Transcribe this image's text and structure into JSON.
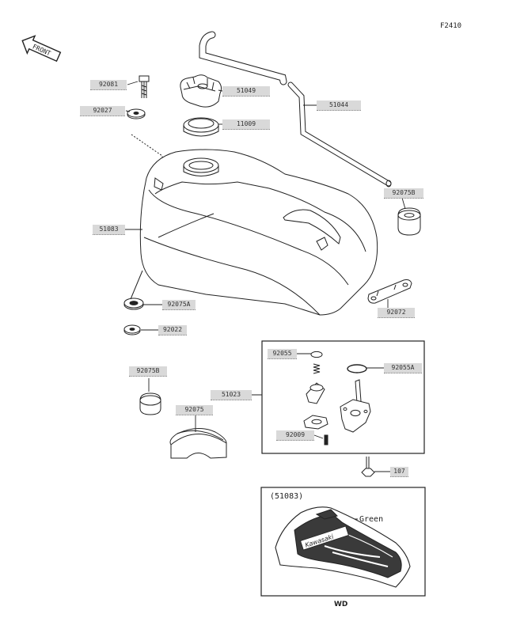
{
  "figure_code": "F2410",
  "direction": "FRONT",
  "parts": {
    "p92081": "92081",
    "p92027": "92027",
    "p51049": "51049",
    "p11009": "11009",
    "p51044": "51044",
    "p92075b_top": "92075B",
    "p51083": "51083",
    "p92075a": "92075A",
    "p92072": "92072",
    "p92022": "92022",
    "p92055": "92055",
    "p92055a": "92055A",
    "p92075b_low": "92075B",
    "p51023": "51023",
    "p92075": "92075",
    "p92009": "92009",
    "p107": "107"
  },
  "inset": {
    "ref": "(51083)",
    "color": "Green",
    "decal_text": "Kawasaki",
    "caption": "WD"
  },
  "colors": {
    "line": "#222222",
    "label_bg": "#d9d9d9",
    "decal_green": "#3a3a3a"
  }
}
